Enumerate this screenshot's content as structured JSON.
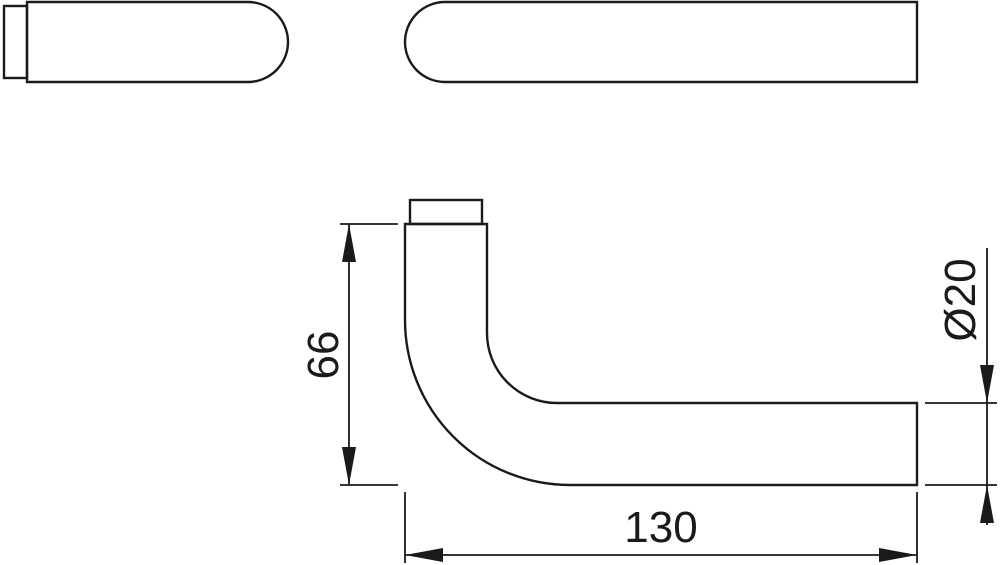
{
  "dimensions": {
    "height_label": "66",
    "length_label": "130",
    "diameter_label": "Ø20"
  },
  "colors": {
    "line": "#1a1a1a",
    "background": "#ffffff"
  }
}
